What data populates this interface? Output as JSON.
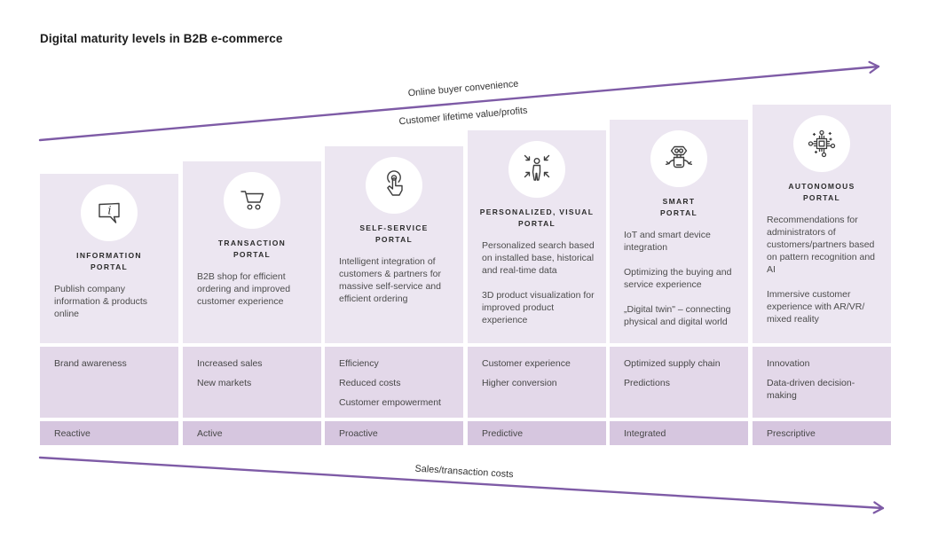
{
  "title": "Digital maturity levels in B2B e-commerce",
  "colors": {
    "arrow_purple": "#7E5BA6",
    "section_main_bg": "#ECE6F1",
    "section_benefits_bg": "#E3D8E9",
    "section_level_bg": "#D6C6DF"
  },
  "arrows": {
    "top_label_above": "Online buyer convenience",
    "top_label_below": "Customer lifetime value/profits",
    "bottom_label": "Sales/transaction costs"
  },
  "columns": [
    {
      "icon": "information-portal-icon",
      "title_lines": [
        "INFORMATION",
        "PORTAL"
      ],
      "description": [
        "Publish company information & products online"
      ],
      "benefits": [
        "Brand awareness"
      ],
      "level": "Reactive"
    },
    {
      "icon": "transaction-portal-icon",
      "title_lines": [
        "TRANSACTION",
        "PORTAL"
      ],
      "description": [
        "B2B shop for efficient ordering and improved customer experience"
      ],
      "benefits": [
        "Increased sales",
        "New markets"
      ],
      "level": "Active"
    },
    {
      "icon": "self-service-portal-icon",
      "title_lines": [
        "SELF-SERVICE",
        "PORTAL"
      ],
      "description": [
        "Intelligent integration of customers & partners for massive self-service and efficient ordering"
      ],
      "benefits": [
        "Efficiency",
        "Reduced costs",
        "Customer empowerment"
      ],
      "level": "Proactive"
    },
    {
      "icon": "personalized-visual-portal-icon",
      "title_lines": [
        "PERSONALIZED, VISUAL",
        "PORTAL"
      ],
      "description": [
        "Personalized search based on installed base, historical and real-time data",
        "3D product visualization for improved product experience"
      ],
      "benefits": [
        "Customer experience",
        "Higher conversion"
      ],
      "level": "Predictive"
    },
    {
      "icon": "smart-portal-icon",
      "title_lines": [
        "SMART",
        "PORTAL"
      ],
      "description": [
        "IoT and smart device integration",
        "Optimizing the buying and service experience",
        "„Digital twin\" – connecting physical and digital world"
      ],
      "benefits": [
        "Optimized supply chain",
        "Predictions"
      ],
      "level": "Integrated"
    },
    {
      "icon": "autonomous-portal-icon",
      "title_lines": [
        "AUTONOMOUS",
        "PORTAL"
      ],
      "description": [
        "Recommendations for administrators of customers/partners based on pattern recognition and AI",
        "Immersive customer experience with AR/VR/ mixed reality"
      ],
      "benefits": [
        "Innovation",
        "Data-driven decision-making"
      ],
      "level": "Prescriptive"
    }
  ]
}
